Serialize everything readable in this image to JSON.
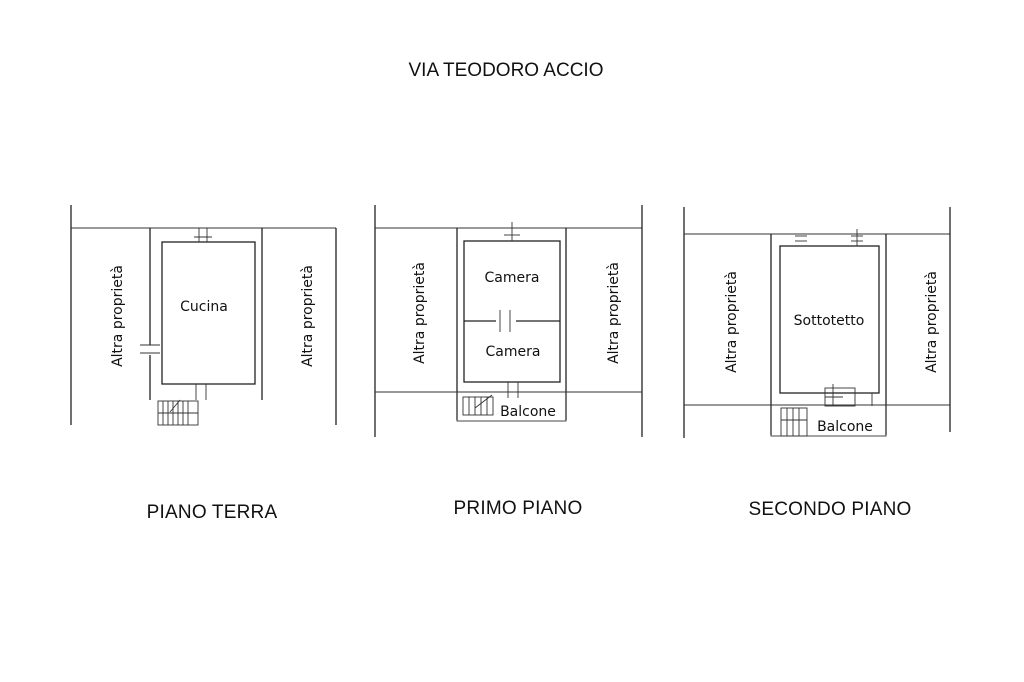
{
  "street_name": "VIA TEODORO ACCIO",
  "floors": [
    {
      "title": "PIANO TERRA",
      "left_label": "Altra proprietà",
      "right_label": "Altra proprietà",
      "rooms": [
        "Cucina"
      ]
    },
    {
      "title": "PRIMO PIANO",
      "left_label": "Altra proprietà",
      "right_label": "Altra proprietà",
      "rooms": [
        "Camera",
        "Camera",
        "Balcone"
      ]
    },
    {
      "title": "SECONDO PIANO",
      "left_label": "Altra proprietà",
      "right_label": "Altra proprietà",
      "rooms": [
        "Sottotetto",
        "Balcone"
      ]
    }
  ]
}
